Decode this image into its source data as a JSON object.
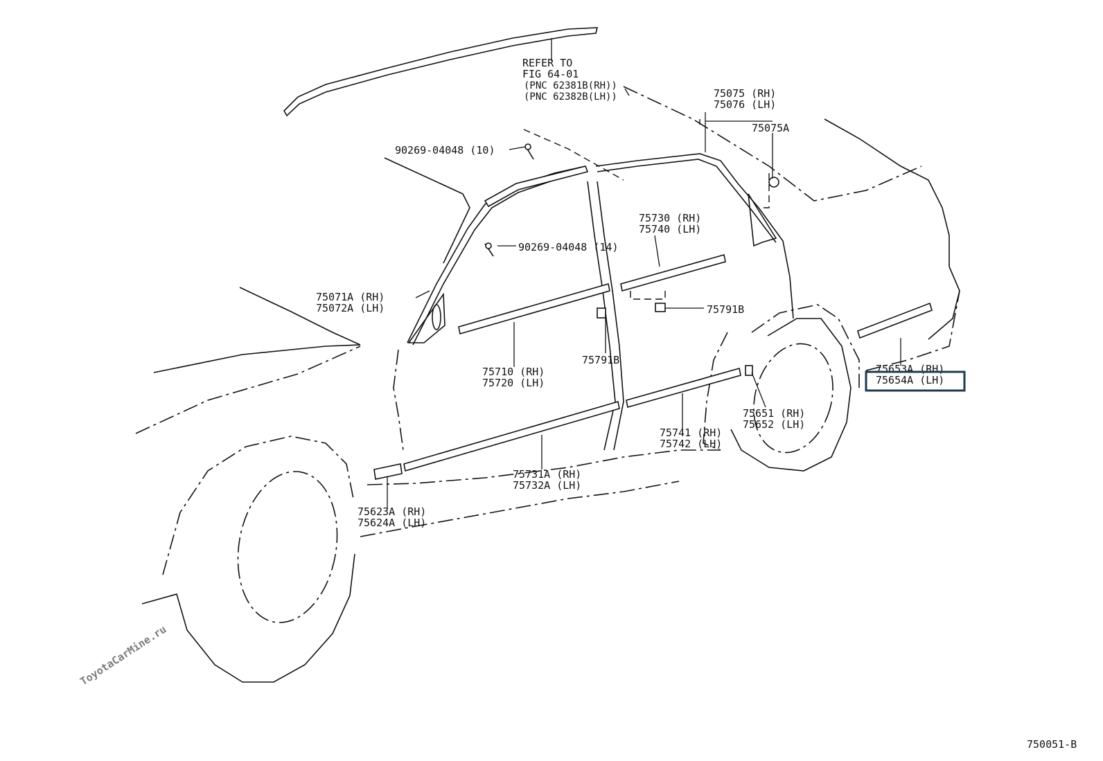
{
  "diagram": {
    "watermark": "ToyotaCarMine.ru",
    "figure_id": "750051-B",
    "reference_note": {
      "line1": "REFER TO",
      "line2": "FIG 64-01",
      "line3": "(PNC 62381B(RH))",
      "line4": "(PNC 62382B(LH))"
    },
    "labels": {
      "p75075": "75075 (RH)",
      "p75076": "75076 (LH)",
      "p75075a": "75075A",
      "clip_roof": "90269-04048 (10)",
      "clip_front": "90269-04048 (14)",
      "p75730": "75730 (RH)",
      "p75740": "75740 (LH)",
      "p75071a": "75071A (RH)",
      "p75072a": "75072A (LH)",
      "p75791b_rear": "75791B",
      "p75791b_front": "75791B",
      "p75710": "75710 (RH)",
      "p75720": "75720 (LH)",
      "p75653a": "75653A (RH)",
      "p75654a": "75654A (LH)",
      "p75651": "75651 (RH)",
      "p75652": "75652 (LH)",
      "p75741": "75741 (RH)",
      "p75742": "75742 (LH)",
      "p75731a": "75731A (RH)",
      "p75732a": "75732A (LH)",
      "p75623a": "75623A (RH)",
      "p75624a": "75624A (LH)"
    },
    "highlight_color": "#1f3a4d"
  }
}
